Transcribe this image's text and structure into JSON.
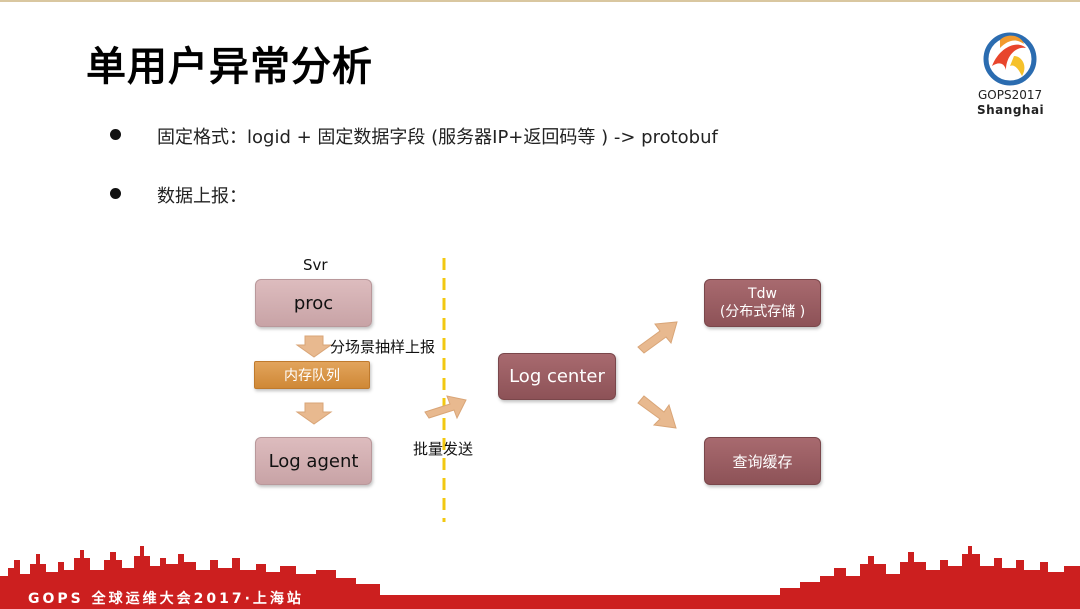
{
  "slide": {
    "title": "单用户异常分析",
    "bullets": [
      "固定格式：logid + 固定数据字段 (服务器IP+返回码等 )  -> protobuf",
      "数据上报："
    ]
  },
  "logo": {
    "line1": "GOPS2017",
    "line2": "Shanghai"
  },
  "diagram": {
    "svr_label": "Svr",
    "proc": "proc",
    "sample_label": "分场景抽样上报",
    "queue": "内存队列",
    "agent": "Log agent",
    "batch_label": "批量发送",
    "center": "Log center",
    "tdw_line1": "Tdw",
    "tdw_line2": "(分布式存储 )",
    "cache": "查询缓存"
  },
  "footer": {
    "text": "GOPS 全球运维大会2017·上海站"
  },
  "colors": {
    "accent_red": "#cc1f1f",
    "light_box": "#d3b0b3",
    "dark_box": "#995d62",
    "orange": "#d98f3f",
    "arrow": "#e8b98f",
    "dash": "#f2c811"
  }
}
